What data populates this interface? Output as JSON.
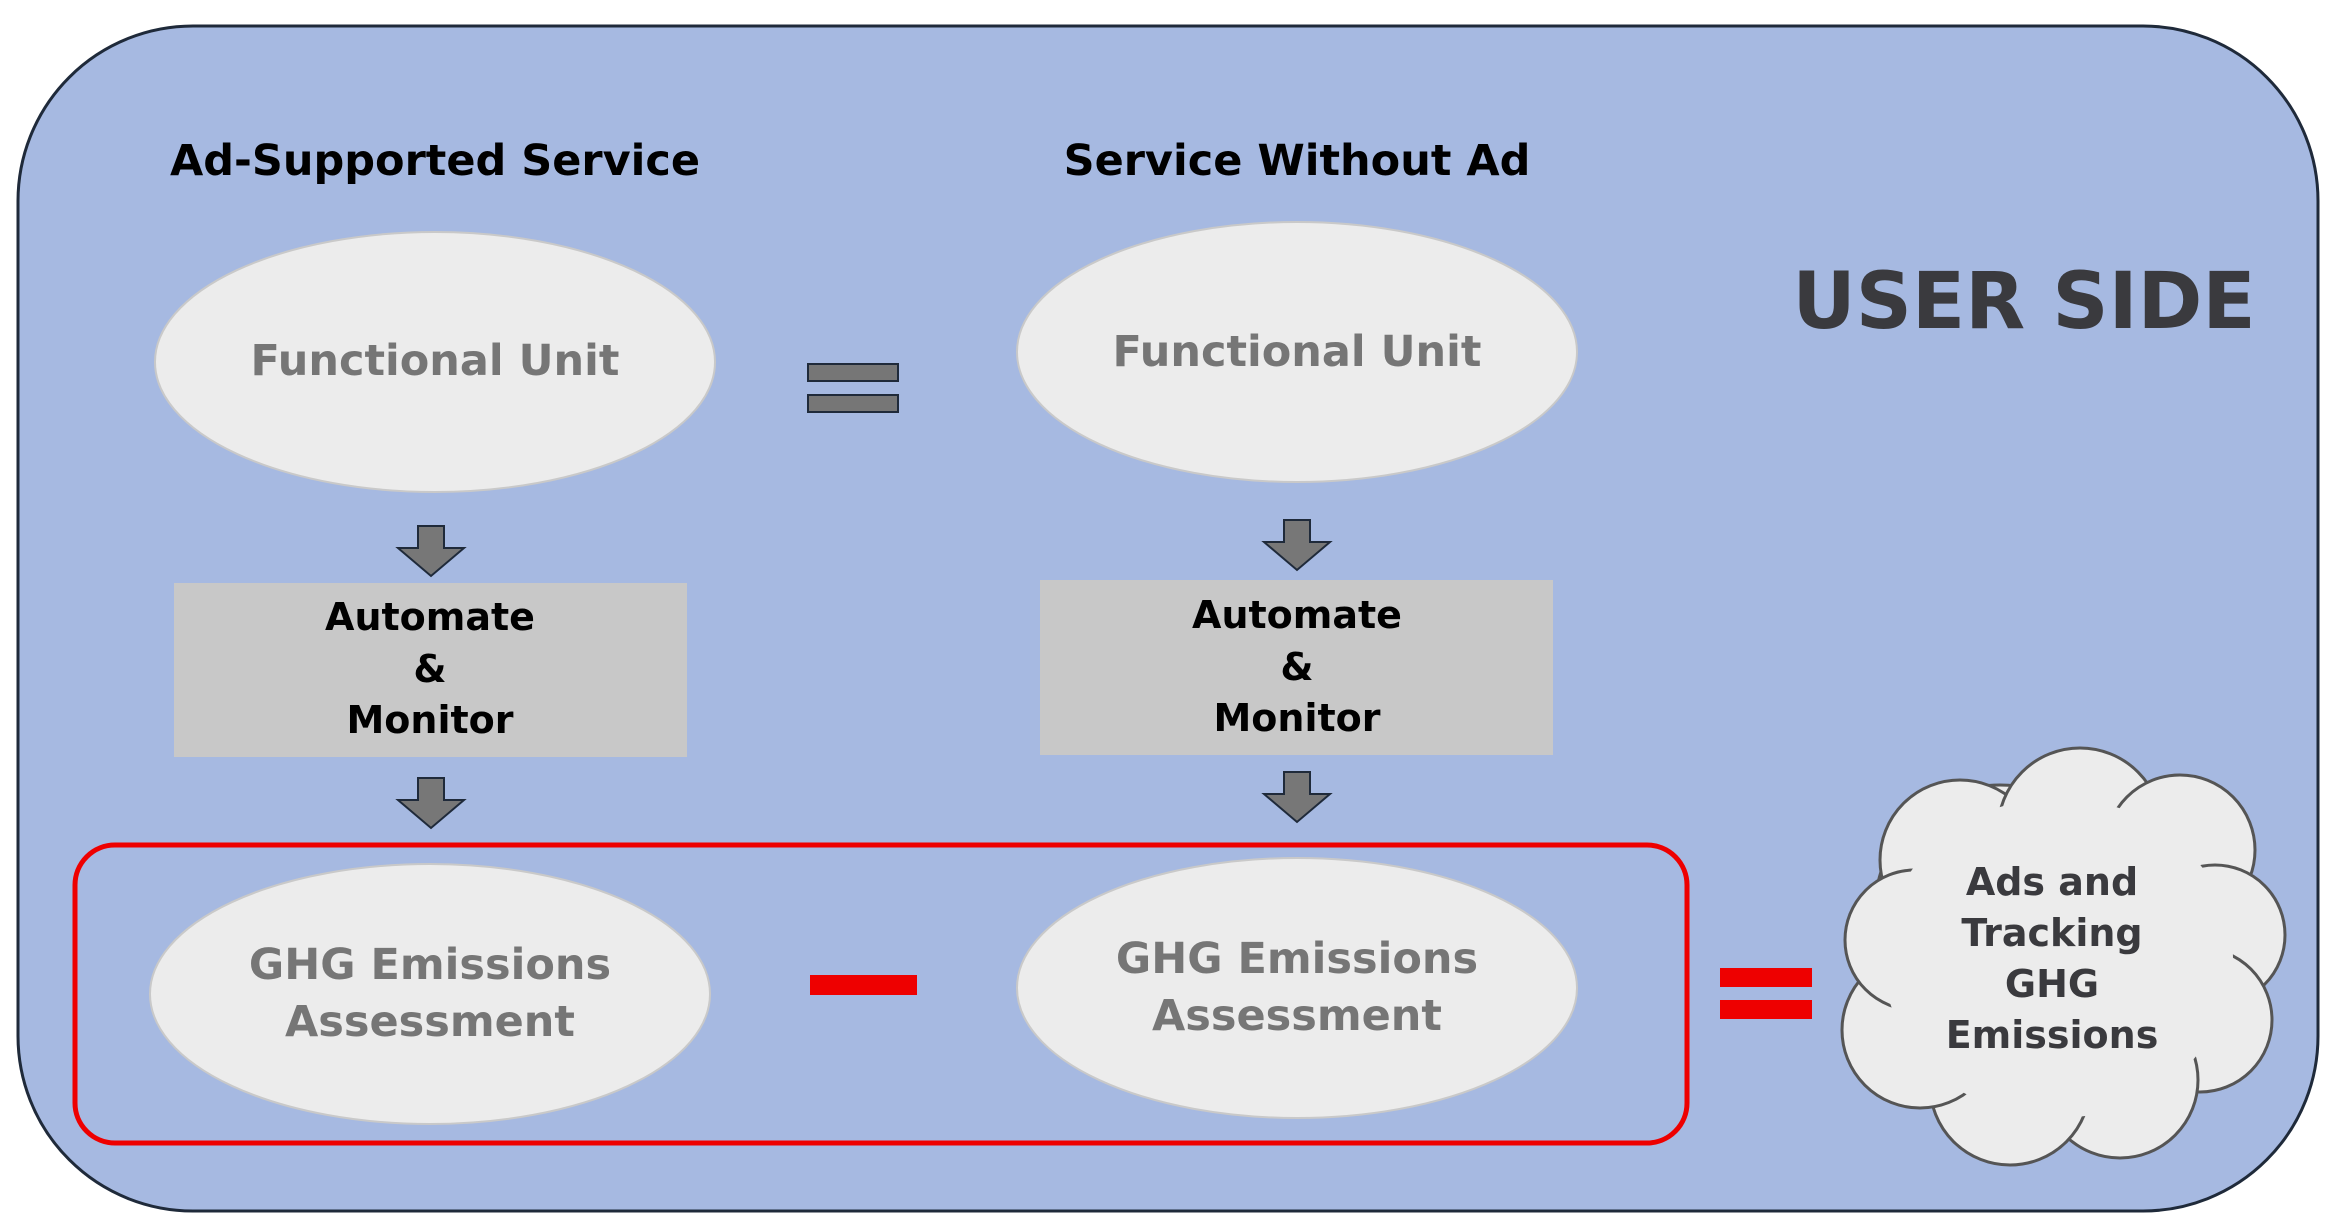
{
  "columns": {
    "left": {
      "header": "Ad-Supported Service",
      "functional_unit": "Functional Unit",
      "process": [
        "Automate",
        "&",
        "Monitor"
      ],
      "assessment": [
        "GHG Emissions",
        "Assessment"
      ]
    },
    "right": {
      "header": "Service Without Ad",
      "functional_unit": "Functional Unit",
      "process": [
        "Automate",
        "&",
        "Monitor"
      ],
      "assessment": [
        "GHG Emissions",
        "Assessment"
      ]
    }
  },
  "side_label": "USER SIDE",
  "result_cloud": [
    "Ads and",
    "Tracking",
    "GHG",
    "Emissions"
  ],
  "colors": {
    "background_panel": "#a6b9e1",
    "panel_border": "#1f2a3a",
    "ellipse_fill": "#ececec",
    "ellipse_text": "#767676",
    "process_box": "#c8c8c8",
    "arrow": "#777777",
    "equals_gray": "#767676",
    "highlight_red": "#ee0000",
    "title_dark": "#3a3a3e"
  },
  "icons": {
    "down_arrow": "down-arrow-icon",
    "equals": "equals-icon",
    "minus": "minus-icon",
    "cloud": "cloud-shape"
  }
}
